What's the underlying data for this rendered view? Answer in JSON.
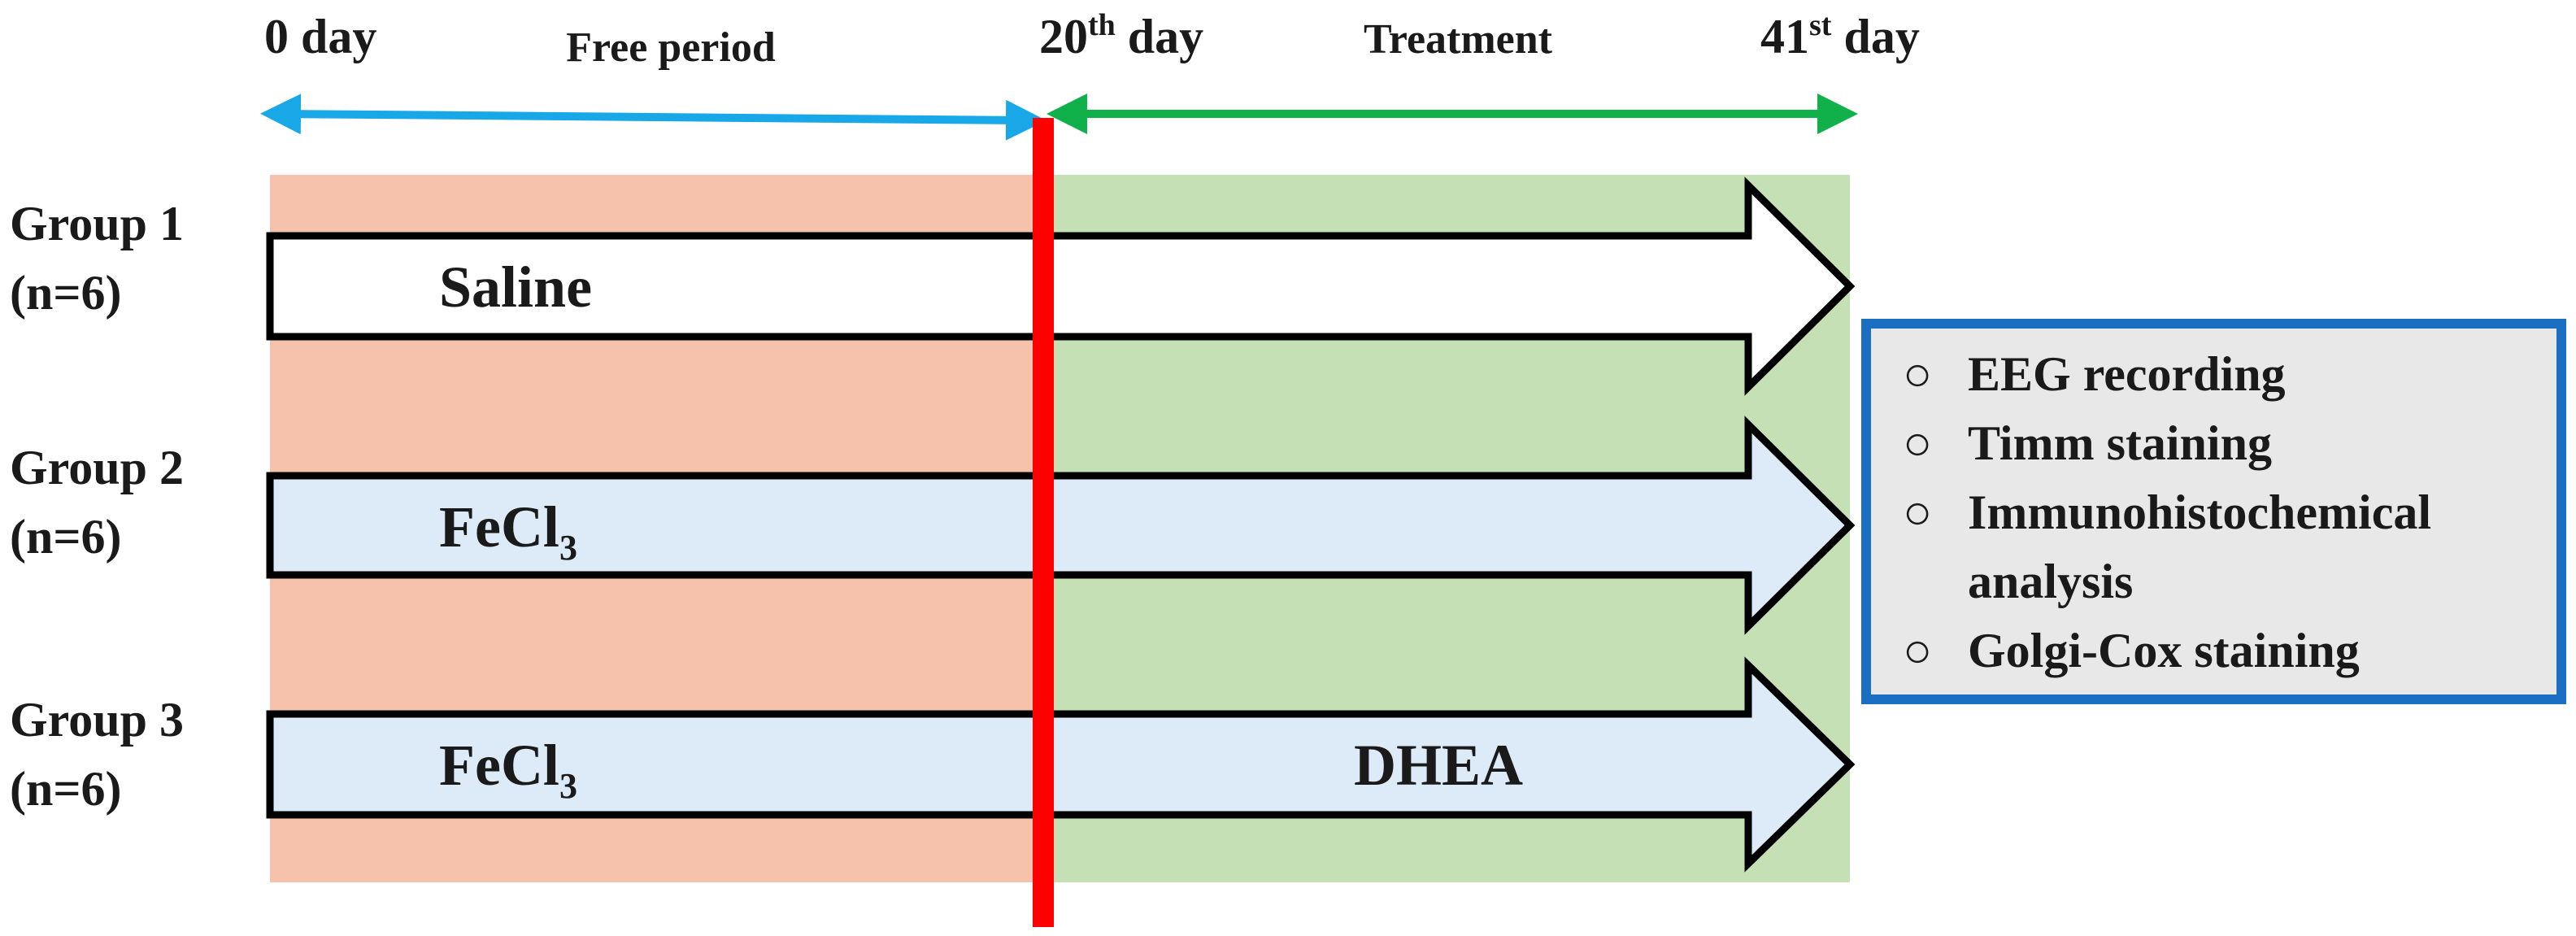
{
  "timeline": {
    "start_label": "0 day",
    "free_label": "Free period",
    "mid_label_base": "20",
    "mid_label_sup": "th",
    "mid_label_rest": " day",
    "treatment_label": "Treatment",
    "end_label_base": "41",
    "end_label_sup": "st",
    "end_label_rest": " day"
  },
  "groups": [
    {
      "name": "Group 1",
      "n": "(n=6)",
      "phase1_label": "Saline",
      "phase1_sub": "",
      "phase2_label": ""
    },
    {
      "name": "Group 2",
      "n": "(n=6)",
      "phase1_label": "FeCl",
      "phase1_sub": "3",
      "phase2_label": ""
    },
    {
      "name": "Group 3",
      "n": "(n=6)",
      "phase1_label": "FeCl",
      "phase1_sub": "3",
      "phase2_label": "DHEA"
    }
  ],
  "outcomes": {
    "bullet": "○",
    "items": [
      {
        "lines": [
          "EEG recording"
        ]
      },
      {
        "lines": [
          "Timm staining"
        ]
      },
      {
        "lines": [
          "Immunohistochemical",
          "analysis"
        ]
      },
      {
        "lines": [
          "Golgi-Cox staining"
        ]
      }
    ]
  },
  "colors": {
    "free_period_bg": "#F7C2AC",
    "treatment_bg": "#C6E0B5",
    "free_arrow": "#18A8E8",
    "treatment_arrow": "#10B04A",
    "divider": "#FF0000",
    "arrow_fill_saline": "#FFFFFF",
    "arrow_fill_fecl3": "#DDEAF7",
    "outcome_box_border": "#1B6FC2",
    "outcome_box_fill": "#E8E8E8"
  }
}
